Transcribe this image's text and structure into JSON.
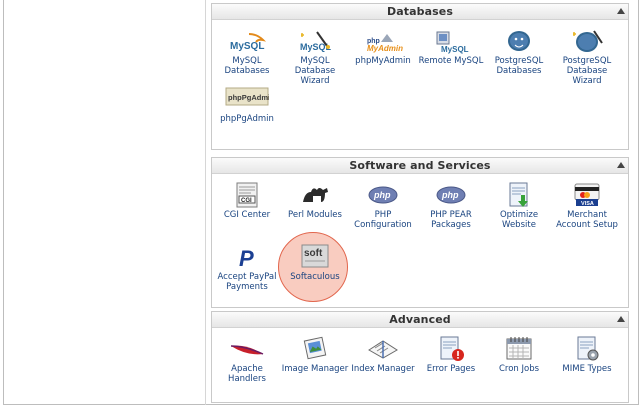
{
  "sections": [
    {
      "title": "Databases",
      "items": [
        {
          "label": "MySQL Databases",
          "icon": "mysql-icon"
        },
        {
          "label": "MySQL Database Wizard",
          "icon": "mysql-wizard-icon"
        },
        {
          "label": "phpMyAdmin",
          "icon": "phpmyadmin-icon"
        },
        {
          "label": "Remote MySQL",
          "icon": "remote-mysql-icon"
        },
        {
          "label": "PostgreSQL Databases",
          "icon": "postgresql-icon"
        },
        {
          "label": "PostgreSQL Database Wizard",
          "icon": "postgresql-wizard-icon"
        },
        {
          "label": "phpPgAdmin",
          "icon": "phppgadmin-icon",
          "logo_text": "phpPgAdmin"
        }
      ]
    },
    {
      "title": "Software and Services",
      "items": [
        {
          "label": "CGI Center",
          "icon": "cgi-icon",
          "logo_text": "CGI"
        },
        {
          "label": "Perl Modules",
          "icon": "perl-camel-icon"
        },
        {
          "label": "PHP Configuration",
          "icon": "php-icon",
          "logo_text": "php"
        },
        {
          "label": "PHP PEAR Packages",
          "icon": "php-pear-icon",
          "logo_text": "php"
        },
        {
          "label": "Optimize Website",
          "icon": "optimize-icon"
        },
        {
          "label": "Merchant Account Setup",
          "icon": "merchant-card-icon",
          "logo_text": "VISA"
        },
        {
          "label": "Accept PayPal Payments",
          "icon": "paypal-icon",
          "logo_text": "P"
        },
        {
          "label": "Softaculous",
          "icon": "softaculous-icon",
          "logo_text": "soft"
        }
      ]
    },
    {
      "title": "Advanced",
      "items": [
        {
          "label": "Apache Handlers",
          "icon": "apache-feather-icon"
        },
        {
          "label": "Image Manager",
          "icon": "image-manager-icon"
        },
        {
          "label": "Index Manager",
          "icon": "index-manager-icon"
        },
        {
          "label": "Error Pages",
          "icon": "error-pages-icon"
        },
        {
          "label": "Cron Jobs",
          "icon": "cron-calendar-icon"
        },
        {
          "label": "MIME Types",
          "icon": "mime-types-icon"
        }
      ]
    }
  ],
  "highlight": {
    "target": "Softaculous",
    "color": "#e2664d"
  }
}
